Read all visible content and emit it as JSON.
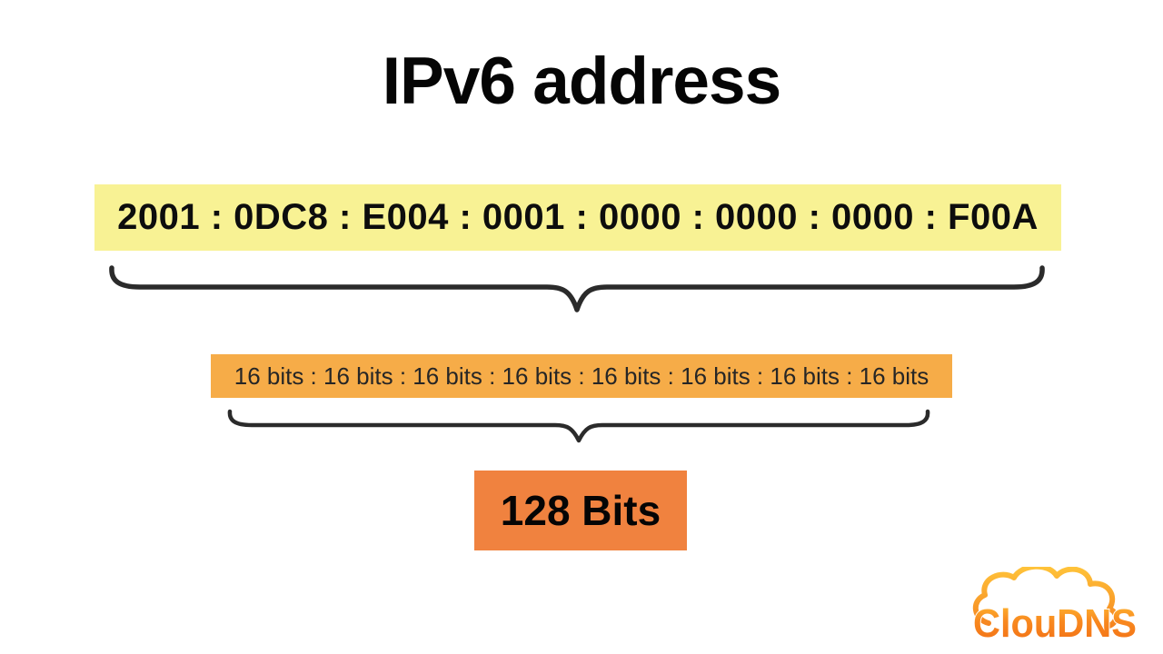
{
  "title": "IPv6 address",
  "address_bar": {
    "text": "2001 : 0DC8 : E004 : 0001 : 0000 : 0000 : 0000 : F00A",
    "background": "#F8F294"
  },
  "bits_bar": {
    "text": "16 bits : 16 bits : 16 bits : 16 bits : 16 bits : 16 bits : 16 bits : 16 bits",
    "background": "#F6AC48"
  },
  "total_box": {
    "text": "128 Bits",
    "background": "#F0823F"
  },
  "logo": {
    "text": "ClouDNS",
    "color_top": "#FFBB33",
    "color_bottom": "#F26F15",
    "cloud_top_color": "#FFC43A",
    "cloud_bottom_color": "#F5831F"
  },
  "colors": {
    "page_background": "#FFFFFF",
    "text": "#0d0d0d",
    "brace": "#2B2B2B"
  }
}
